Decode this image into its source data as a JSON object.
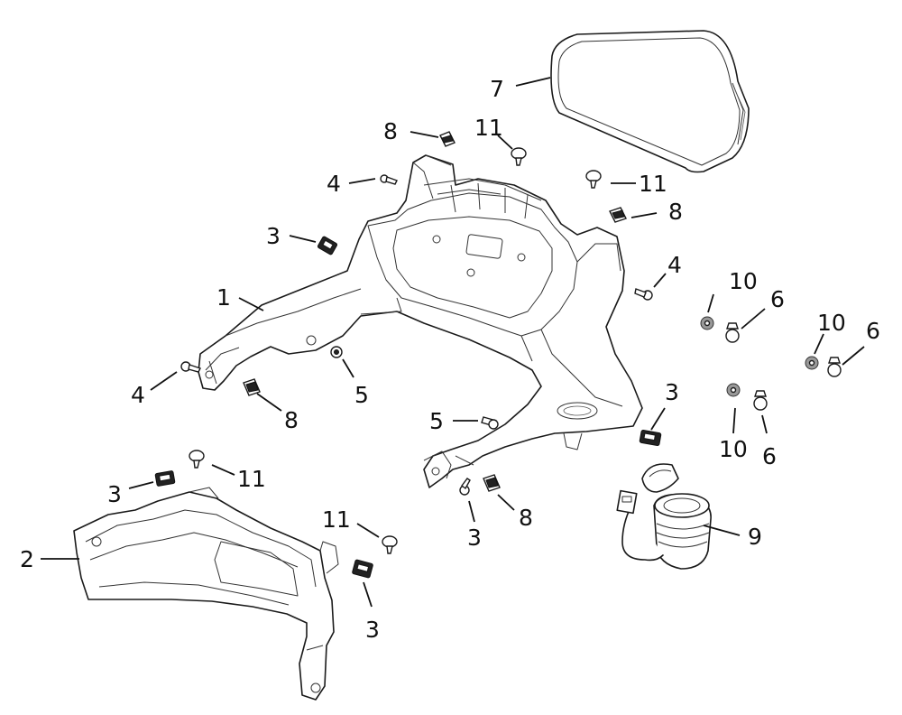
{
  "callouts": [
    {
      "id": "c1",
      "text": "1"
    },
    {
      "id": "c2",
      "text": "2"
    },
    {
      "id": "c3a",
      "text": "3"
    },
    {
      "id": "c3b",
      "text": "3"
    },
    {
      "id": "c3c",
      "text": "3"
    },
    {
      "id": "c3d",
      "text": "3"
    },
    {
      "id": "c4a",
      "text": "4"
    },
    {
      "id": "c4b",
      "text": "4"
    },
    {
      "id": "c4c",
      "text": "4"
    },
    {
      "id": "c5a",
      "text": "5"
    },
    {
      "id": "c5b",
      "text": "5"
    },
    {
      "id": "c6a",
      "text": "6"
    },
    {
      "id": "c6b",
      "text": "6"
    },
    {
      "id": "c6c",
      "text": "6"
    },
    {
      "id": "c7",
      "text": "7"
    },
    {
      "id": "c8a",
      "text": "8"
    },
    {
      "id": "c8b",
      "text": "8"
    },
    {
      "id": "c8c",
      "text": "8"
    },
    {
      "id": "c8d",
      "text": "8"
    },
    {
      "id": "c9",
      "text": "9"
    },
    {
      "id": "c10a",
      "text": "10"
    },
    {
      "id": "c10b",
      "text": "10"
    },
    {
      "id": "c10c",
      "text": "10"
    },
    {
      "id": "c11a",
      "text": "11"
    },
    {
      "id": "c11b",
      "text": "11"
    },
    {
      "id": "c11c",
      "text": "11"
    },
    {
      "id": "c11d",
      "text": "11"
    }
  ]
}
